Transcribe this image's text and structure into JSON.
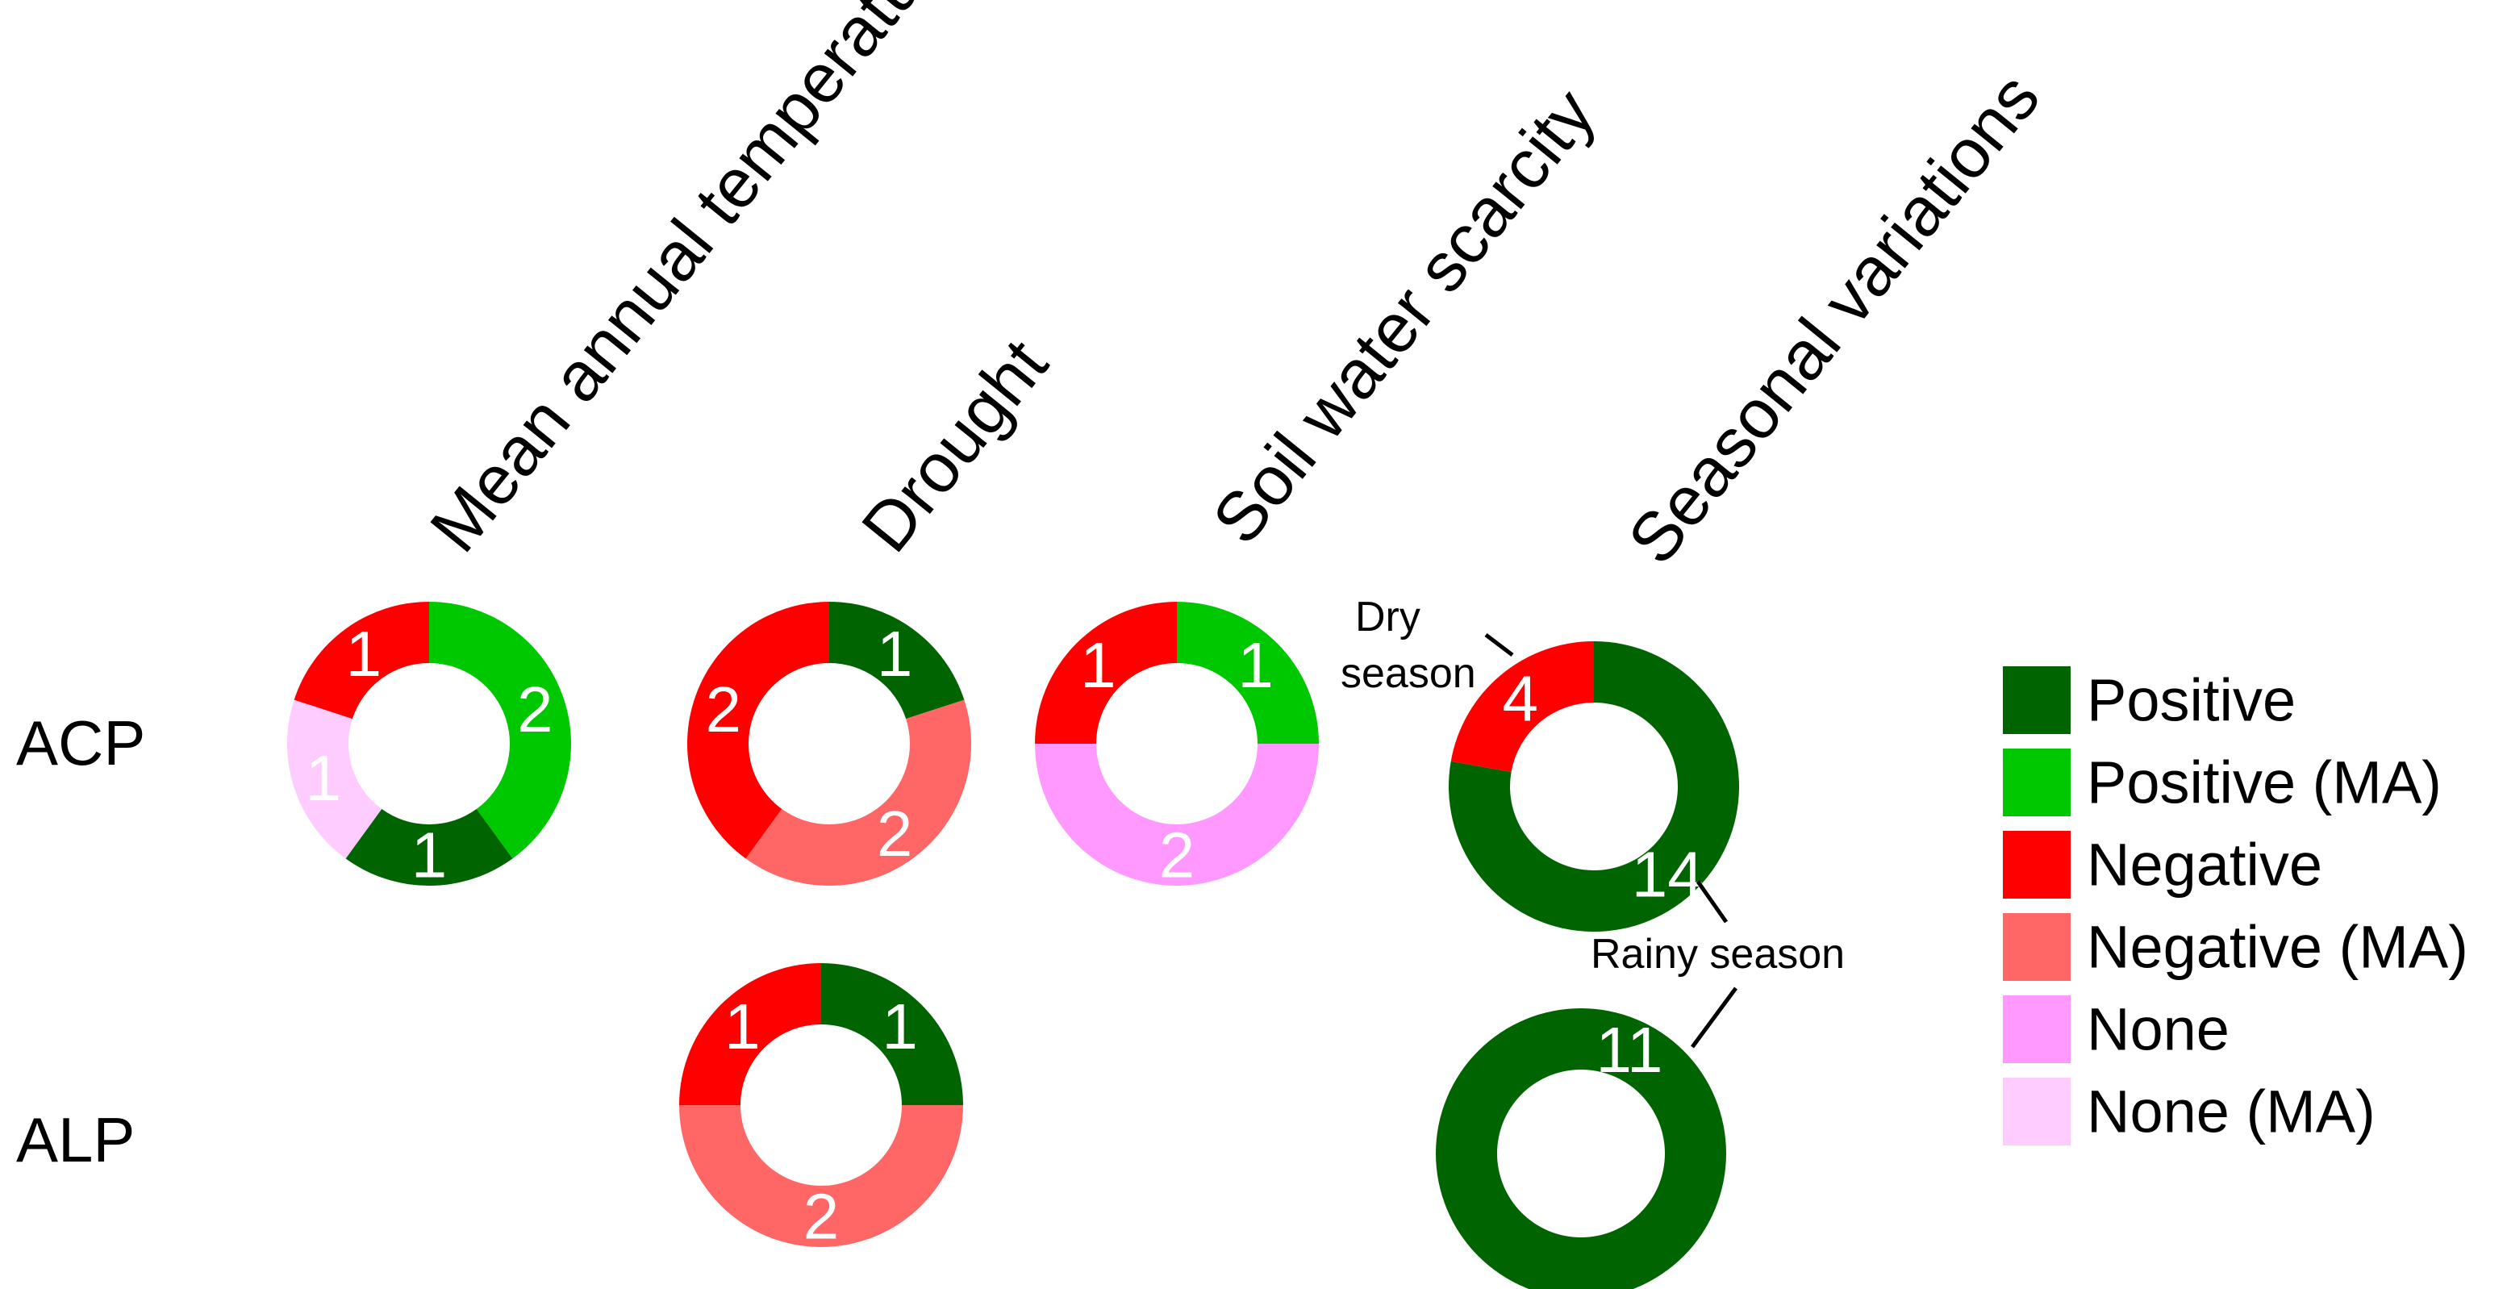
{
  "chart_data": {
    "type": "pie",
    "variant": "donut-grid",
    "columns": [
      "Mean annual temperature",
      "Drought",
      "Soil water scarcity",
      "Seasonal variations"
    ],
    "rows": [
      "ACP",
      "ALP"
    ],
    "legend": [
      {
        "key": "positive",
        "label": "Positive",
        "color": "#006400"
      },
      {
        "key": "positive_ma",
        "label": "Positive (MA)",
        "color": "#00C800"
      },
      {
        "key": "negative",
        "label": "Negative",
        "color": "#FF0000"
      },
      {
        "key": "negative_ma",
        "label": "Negative (MA)",
        "color": "#FF6666"
      },
      {
        "key": "none",
        "label": "None",
        "color": "#FF99FF"
      },
      {
        "key": "none_ma",
        "label": "None (MA)",
        "color": "#FFCCFF"
      }
    ],
    "legend_position": "right",
    "annotations": {
      "dry_season": "Dry season",
      "rainy_season": "Rainy season"
    },
    "donuts": [
      {
        "row": "ACP",
        "column": "Mean annual temperature",
        "slices": [
          {
            "key": "positive_ma",
            "value": 2
          },
          {
            "key": "positive",
            "value": 1
          },
          {
            "key": "none_ma",
            "value": 1
          },
          {
            "key": "negative",
            "value": 1
          }
        ]
      },
      {
        "row": "ACP",
        "column": "Drought",
        "slices": [
          {
            "key": "positive",
            "value": 1
          },
          {
            "key": "negative_ma",
            "value": 2
          },
          {
            "key": "negative",
            "value": 2
          }
        ]
      },
      {
        "row": "ACP",
        "column": "Soil water scarcity",
        "slices": [
          {
            "key": "positive_ma",
            "value": 1
          },
          {
            "key": "none",
            "value": 2
          },
          {
            "key": "negative",
            "value": 1
          }
        ]
      },
      {
        "row": "ACP",
        "column": "Seasonal variations",
        "slices": [
          {
            "key": "positive",
            "value": 14
          },
          {
            "key": "negative",
            "value": 4
          }
        ]
      },
      {
        "row": "ALP",
        "column": "Drought",
        "slices": [
          {
            "key": "positive",
            "value": 1
          },
          {
            "key": "negative_ma",
            "value": 2
          },
          {
            "key": "negative",
            "value": 1
          }
        ]
      },
      {
        "row": "ALP",
        "column": "Seasonal variations",
        "slices": [
          {
            "key": "positive",
            "value": 11
          }
        ]
      }
    ]
  }
}
